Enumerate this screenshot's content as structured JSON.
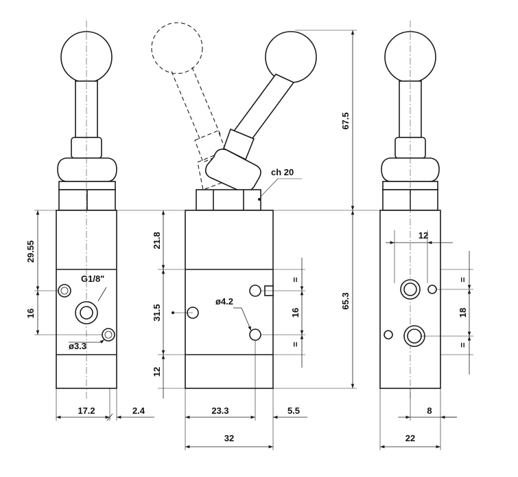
{
  "labels": {
    "top_height": "67.5",
    "body_height": "65.3",
    "upper_left": "29.55",
    "left_ports": "16",
    "width_172": "17.2",
    "offset_24": "2.4",
    "port_thread": "G1/8\"",
    "hole_33": "ø3.3",
    "upper_body": "21.8",
    "mid_body": "31.5",
    "lower_body": "12",
    "hex": "ch 20",
    "hole_42": "ø4.2",
    "width_233": "23.3",
    "offset_55": "5.5",
    "total_width": "32",
    "mid_ports": "16",
    "equal_1": "=",
    "equal_2": "=",
    "right_12": "12",
    "right_18": "18",
    "equal_3": "=",
    "equal_4": "=",
    "right_8": "8",
    "right_22": "22"
  },
  "colors": {
    "line": "#1a1a1a",
    "background": "#ffffff"
  }
}
